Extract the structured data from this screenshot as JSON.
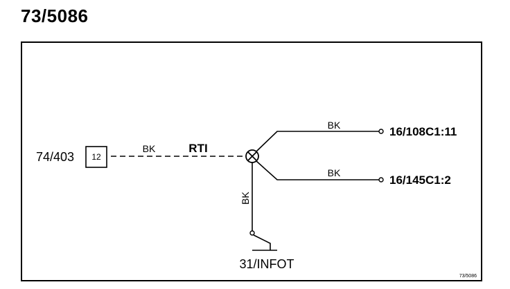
{
  "title": "73/5086",
  "diagram_id": "73/5086",
  "connector": {
    "name": "74/403",
    "pin": "12"
  },
  "wires": {
    "rti_color": "BK",
    "rti_label": "RTI",
    "upper_branch_color": "BK",
    "lower_branch_color": "BK",
    "ground_color": "BK"
  },
  "terminals": {
    "upper": "16/108C1:11",
    "lower": "16/145C1:2",
    "ground": "31/INFOT"
  }
}
